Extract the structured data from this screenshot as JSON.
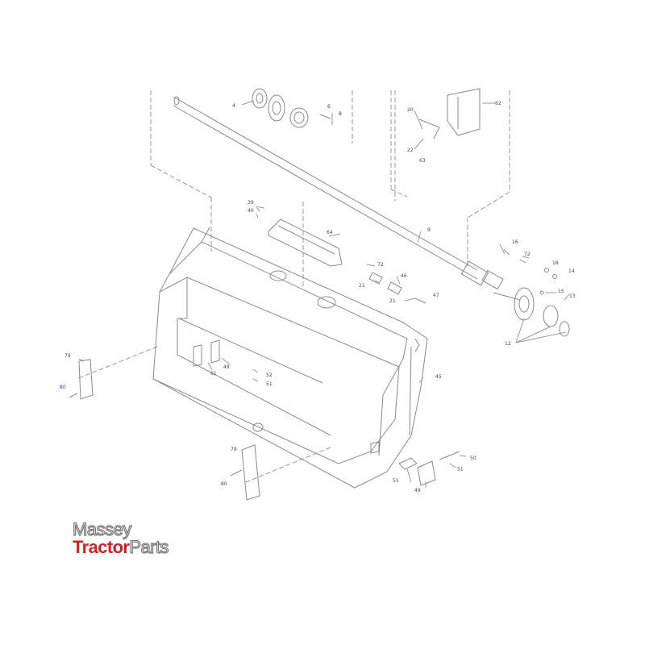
{
  "diagram": {
    "callouts": {
      "c4": "4",
      "c6": "6",
      "c8": "8",
      "c20": "20",
      "c62": "62",
      "c22": "22",
      "c63": "63",
      "c39": "39",
      "c40": "40",
      "c64": "64",
      "c9": "9",
      "c16": "16",
      "c72": "72",
      "c72b": "72",
      "c18": "18",
      "c14": "14",
      "c46": "46",
      "c21a": "21",
      "c21b": "21",
      "c47": "47",
      "c15": "15",
      "c13": "13",
      "c12": "12",
      "c79a": "79",
      "c80a": "80",
      "c61": "61",
      "c49a": "49",
      "c52": "52",
      "c51a": "51",
      "c45": "45",
      "c79b": "79",
      "c80b": "80",
      "c50": "50",
      "c51b": "51",
      "c51c": "51",
      "c49b": "49"
    },
    "colors": {
      "line": "#8a8a8a",
      "dash": "#9a9a9a",
      "callout_blue": "#3a3aa0"
    }
  },
  "logo": {
    "line1": "Massey",
    "line2a": "Tractor",
    "line2b": "Parts",
    "colors": {
      "red": "#d21f1f",
      "outline": "#777777"
    }
  }
}
